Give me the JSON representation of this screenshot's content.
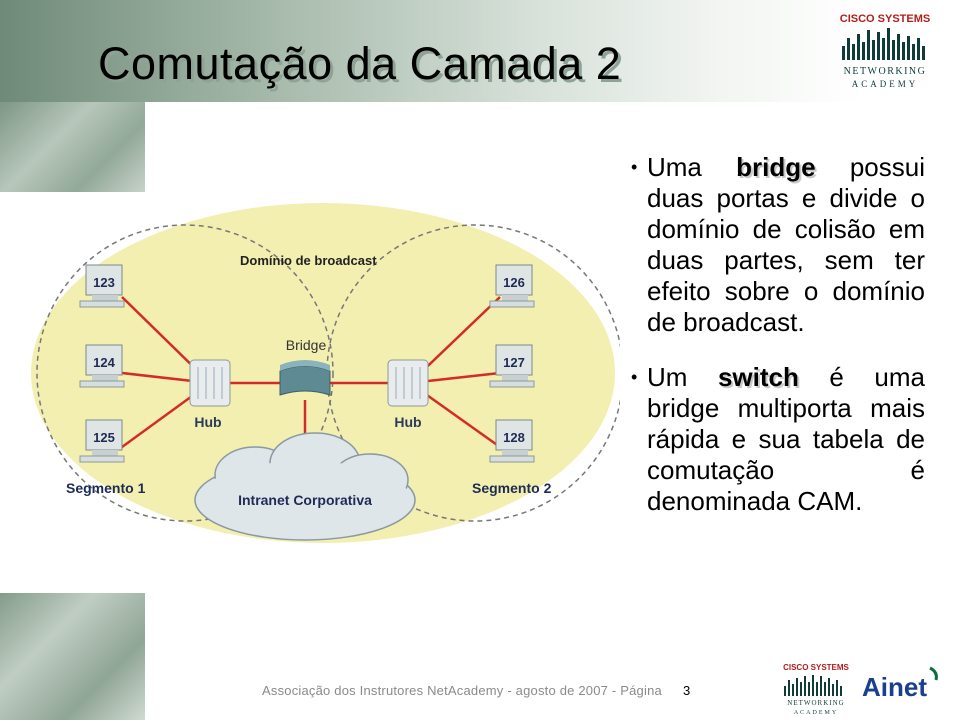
{
  "title": "Comutação da Camada 2",
  "logos": {
    "cisco_line1": "CISCO SYSTEMS",
    "cisco_line2": "NETWORKING",
    "cisco_line3": "ACADEMY",
    "ainet": "Ainet"
  },
  "diagram": {
    "broadcast_label": "Domínio de broadcast",
    "bridge_label": "Bridge",
    "hub_left": "Hub",
    "hub_right": "Hub",
    "segment_left": "Segmento 1",
    "segment_right": "Segmento 2",
    "cloud_label": "Intranet Corporativa",
    "hosts": [
      "123",
      "124",
      "125",
      "126",
      "127",
      "128"
    ]
  },
  "bullets": [
    {
      "pre": "Uma ",
      "keyword": "bridge",
      "post": " possui duas portas e divide o domínio de colisão em duas partes, sem ter efeito sobre o domínio de broadcast."
    },
    {
      "pre": "Um ",
      "keyword": "switch",
      "post": " é uma bridge multiporta mais rápida e sua tabela de comutação é denominada CAM."
    }
  ],
  "footer": {
    "text": "Associação dos Instrutores NetAcademy - agosto de 2007 - Página",
    "page": "3"
  },
  "colors": {
    "ellipse_fill": "#f2efb0",
    "link_red": "#d42a2a",
    "dashed": "#666666"
  }
}
